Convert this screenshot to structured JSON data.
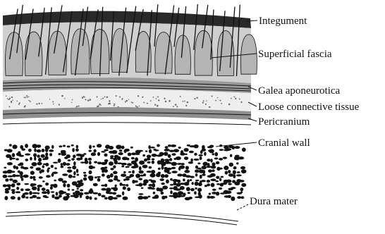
{
  "figure": {
    "labels": {
      "integument": "Integument",
      "superficial_fascia": "Superficial fascia",
      "galea_aponeurotica": "Galea aponeurotica",
      "loose_connective_tissue": "Loose connective tissue",
      "pericranium": "Pericranium",
      "cranial_wall": "Cranial wall",
      "dura_mater": "Dura mater"
    },
    "colors": {
      "ink": "#111111",
      "tissue_fill": "#c9c9c9",
      "lobule_fill": "#b4b4b4",
      "background": "#ffffff"
    }
  }
}
